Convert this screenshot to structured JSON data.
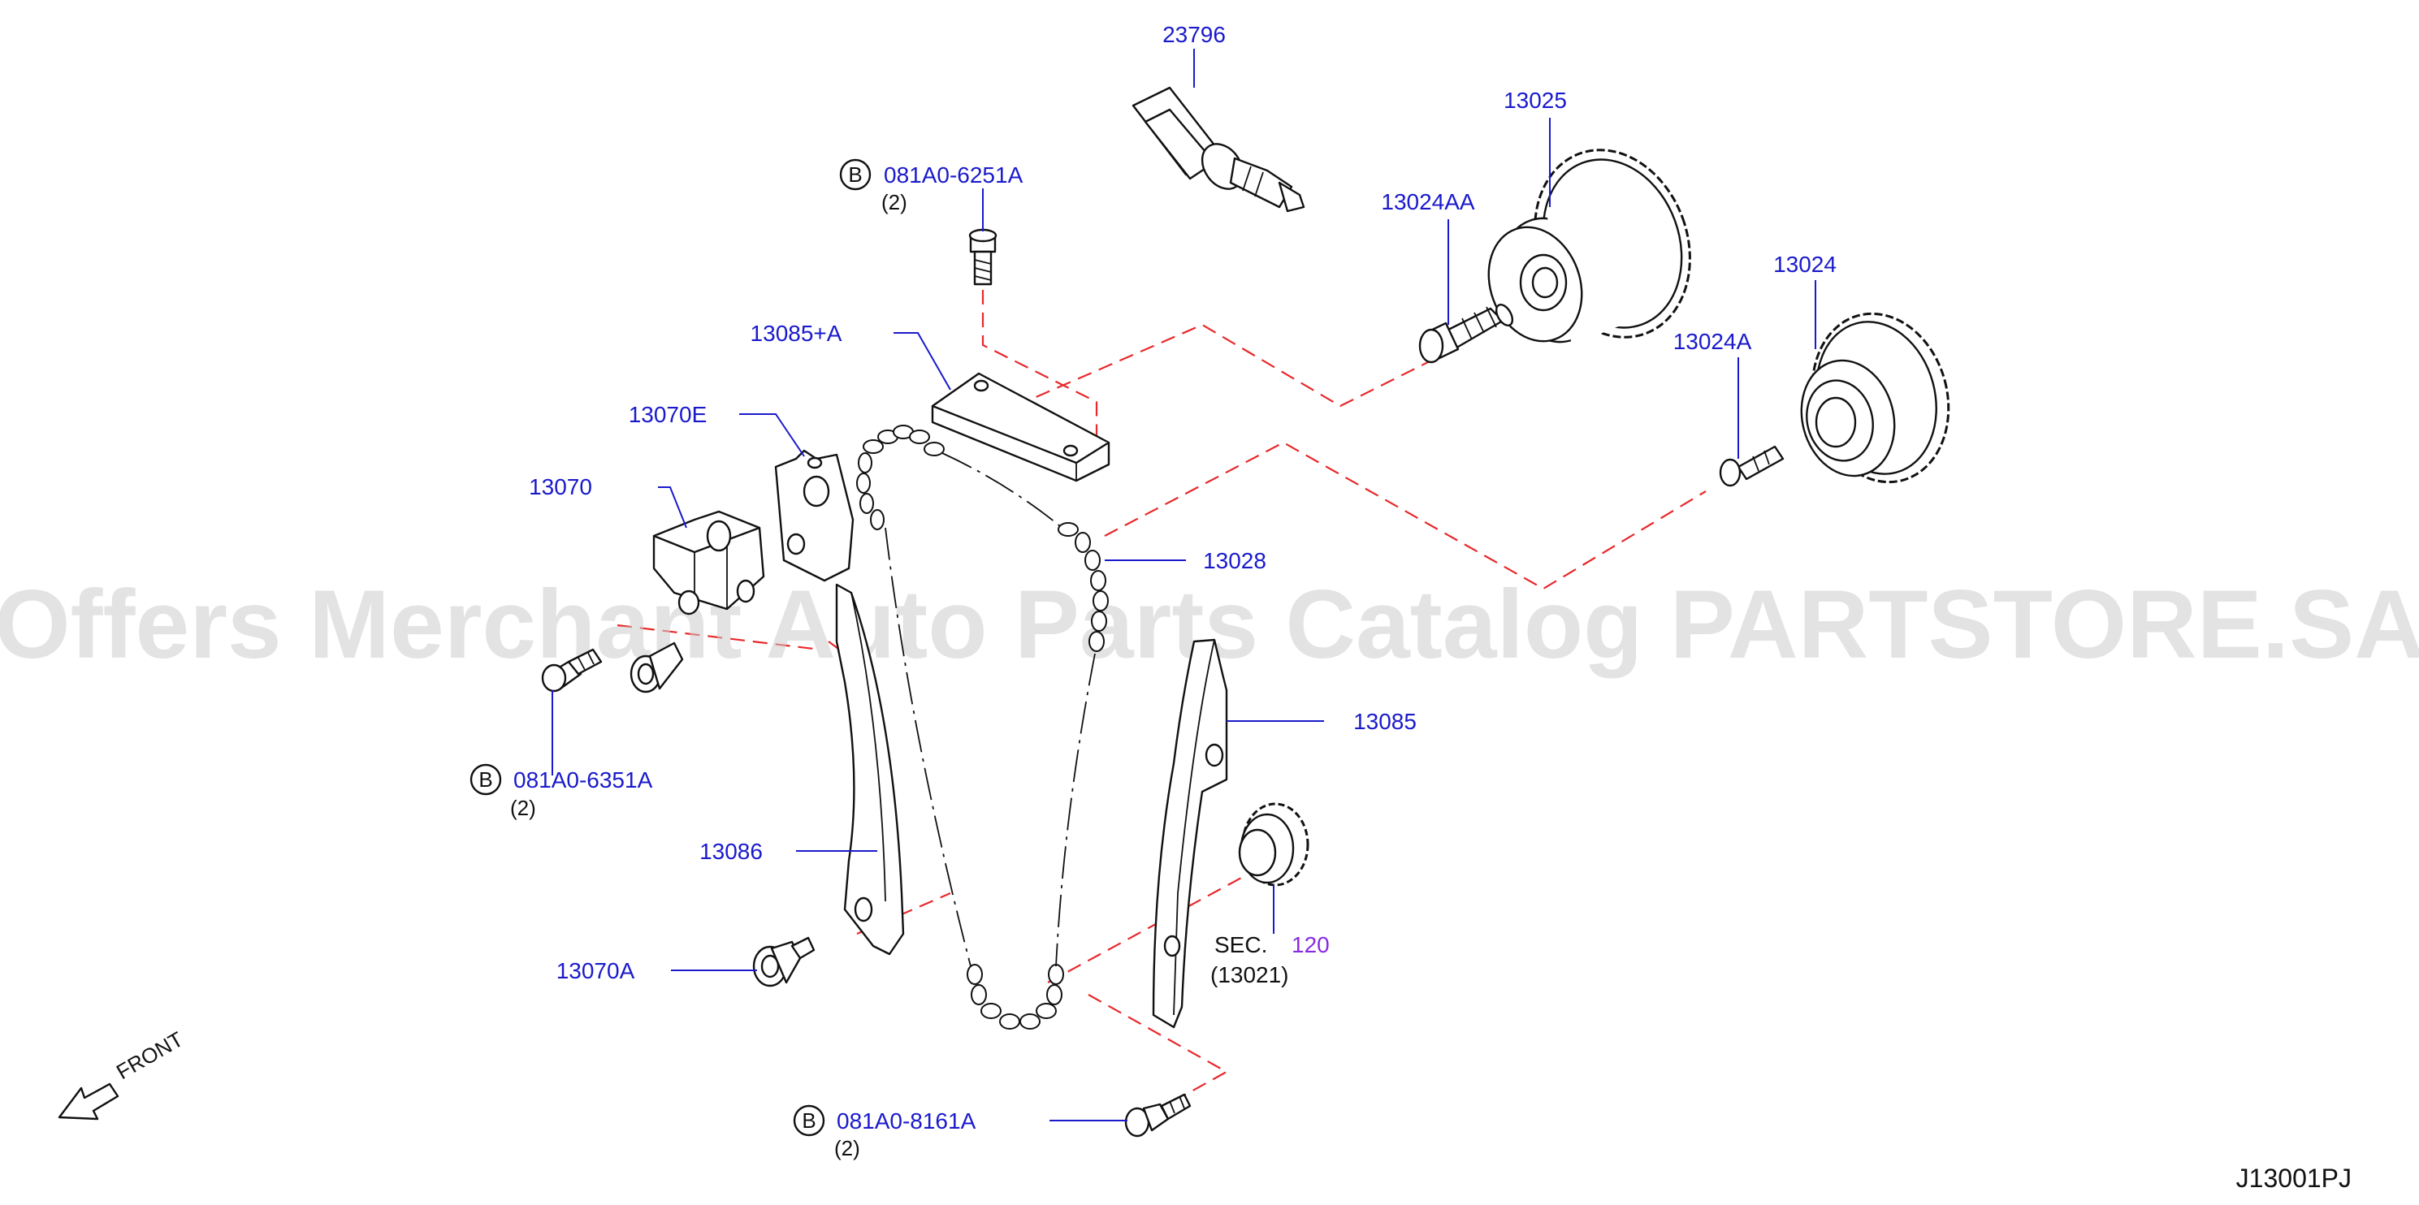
{
  "parts": {
    "p23796": "23796",
    "p13025": "13025",
    "p13024AA": "13024AA",
    "p13024": "13024",
    "p13024A": "13024A",
    "p13085A": "13085+A",
    "p13070E": "13070E",
    "p13070": "13070",
    "p13028": "13028",
    "p13085": "13085",
    "p13086": "13086",
    "p13070A": "13070A"
  },
  "bolts": {
    "top": {
      "marker": "B",
      "code": "081A0-6251A",
      "qty": "(2)"
    },
    "left": {
      "marker": "B",
      "code": "081A0-6351A",
      "qty": "(2)"
    },
    "bottom": {
      "marker": "B",
      "code": "081A0-8161A",
      "qty": "(2)"
    }
  },
  "section_ref": {
    "prefix": "SEC.",
    "number": "120",
    "sub": "(13021)"
  },
  "front_label": "FRONT",
  "watermark": "Offers Merchant Auto Parts Catalog PARTSTORE.SA",
  "diagram_id": "J13001PJ",
  "colors": {
    "part_label": "#1a1acc",
    "dash_line": "#e8282a",
    "section_number": "#8a2be2"
  }
}
